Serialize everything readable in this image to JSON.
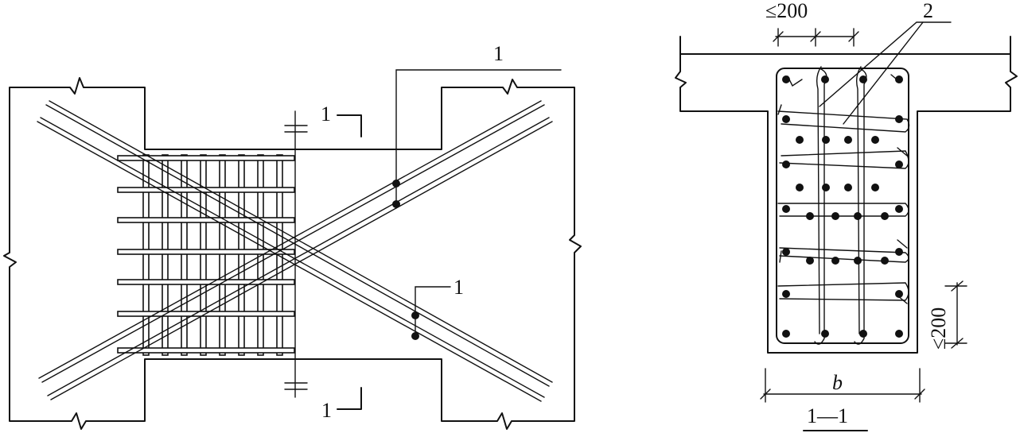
{
  "elevation": {
    "bundle_callout": "1",
    "bundle_callout_lower": "1",
    "section_mark_top": "1",
    "section_mark_bottom": "1"
  },
  "section": {
    "tie_callout": "2",
    "spacing_top": "≤200",
    "spacing_side": "≤200",
    "width_label": "b",
    "title": "1—1"
  }
}
